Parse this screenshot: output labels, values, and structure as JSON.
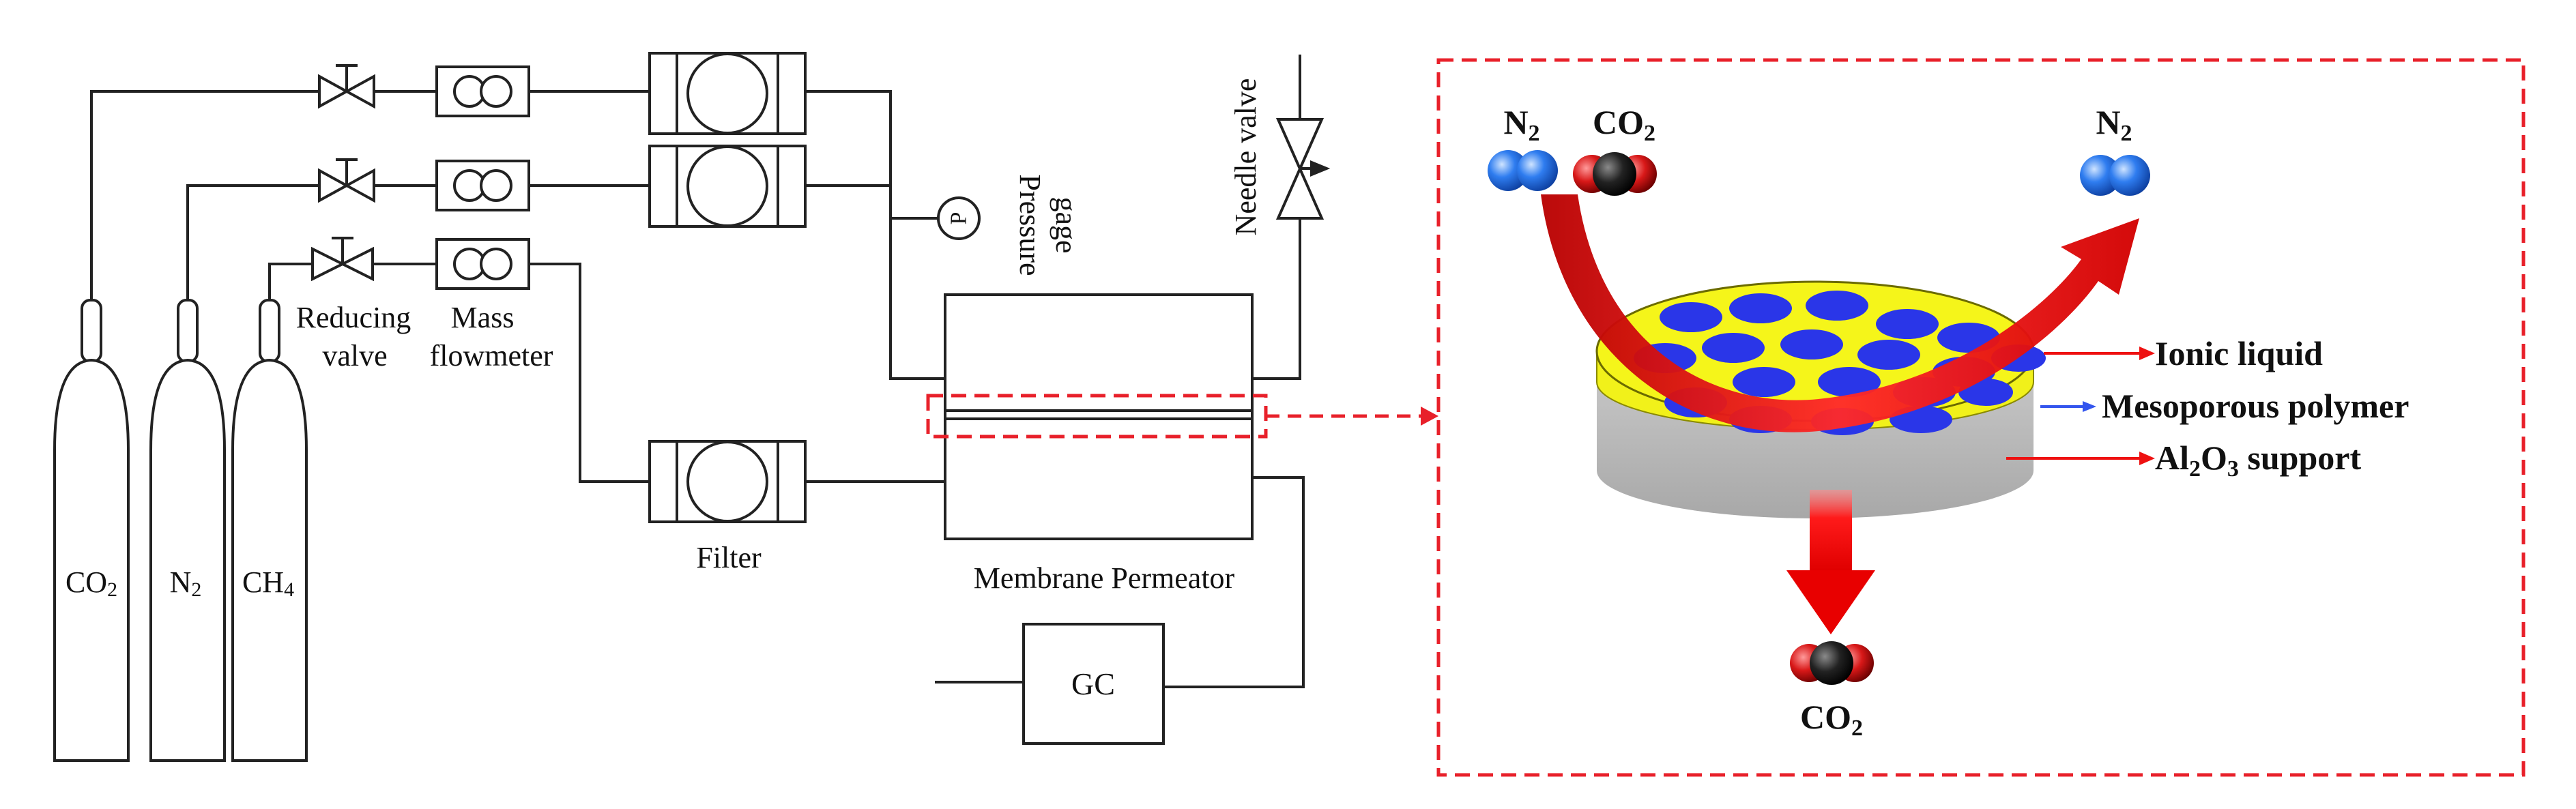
{
  "cylinders": [
    {
      "formula": "CO",
      "subscript": "2"
    },
    {
      "formula": "N",
      "subscript": "2"
    },
    {
      "formula": "CH",
      "subscript": "4"
    }
  ],
  "labels": {
    "reducing_valve_line1": "Reducing",
    "reducing_valve_line2": "valve",
    "mass_flowmeter_line1": "Mass",
    "mass_flowmeter_line2": "flowmeter",
    "filter": "Filter",
    "pressure_gage_line1": "Pressure",
    "pressure_gage_line2": "gage",
    "pressure_symbol": "P",
    "needle_valve": "Needle valve",
    "membrane_permeator": "Membrane Permeator",
    "gc": "GC"
  },
  "zoom": {
    "molecules": {
      "feed_n2": {
        "formula": "N",
        "subscript": "2"
      },
      "feed_co2": {
        "formula": "CO",
        "subscript": "2"
      },
      "retentate_n2": {
        "formula": "N",
        "subscript": "2"
      },
      "permeate_co2": {
        "formula": "CO",
        "subscript": "2"
      }
    },
    "layers": {
      "ionic_liquid": "Ionic liquid",
      "mesoporous_polymer": "Mesoporous polymer",
      "support_prefix": "Al",
      "support_sub1": "2",
      "support_mid": "O",
      "support_sub2": "3",
      "support_suffix": " support"
    }
  },
  "colors": {
    "dashed_box": "#e8202a",
    "arrow_red": "#ee1111",
    "yellow_layer": "#f5f51a",
    "blue_pore": "#2a36e8",
    "support_gray": "#b8b8b8",
    "n2_molecule": "#2f7df0",
    "co2_carbon": "#222222",
    "co2_oxygen": "#d81818",
    "polymer_pointer": "#3355ee"
  }
}
